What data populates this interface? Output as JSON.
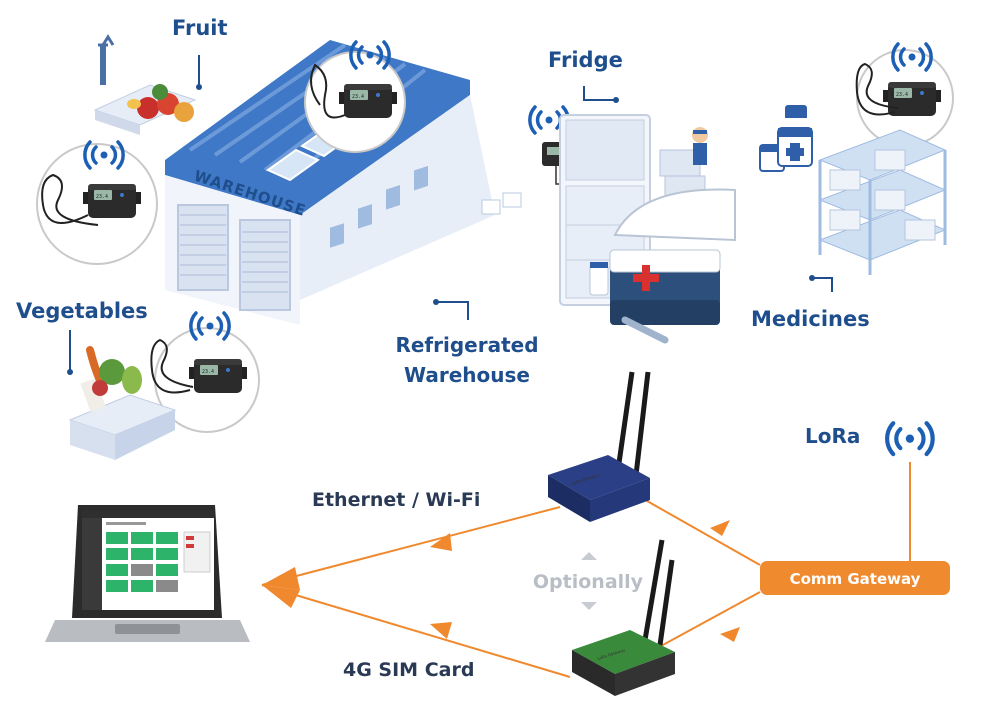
{
  "labels": {
    "fruit": "Fruit",
    "fridge": "Fridge",
    "vegetables": "Vegetables",
    "refrigerated_line1": "Refrigerated",
    "refrigerated_line2": "Warehouse",
    "medicines": "Medicines",
    "warehouse_sign": "WAREHOUSE"
  },
  "network": {
    "lora": "LoRa",
    "comm_gateway": "Comm Gateway",
    "ethernet_wifi": "Ethernet / Wi-Fi",
    "sim_card": "4G SIM Card",
    "optionally": "Optionally"
  },
  "colors": {
    "brand_blue": "#1f4e8c",
    "wave_blue": "#1c5fb4",
    "arrow_orange": "#f0892e",
    "gateway_orange": "#f08a2f",
    "router_blue": "#1f2f66",
    "router_green": "#2f7d32",
    "sensor_black": "#2b2b2b"
  },
  "icons": {
    "wifi_signal": "wifi-signal-icon",
    "lora_signal": "lora-signal-icon",
    "medical_cross": "medical-cross-icon"
  }
}
